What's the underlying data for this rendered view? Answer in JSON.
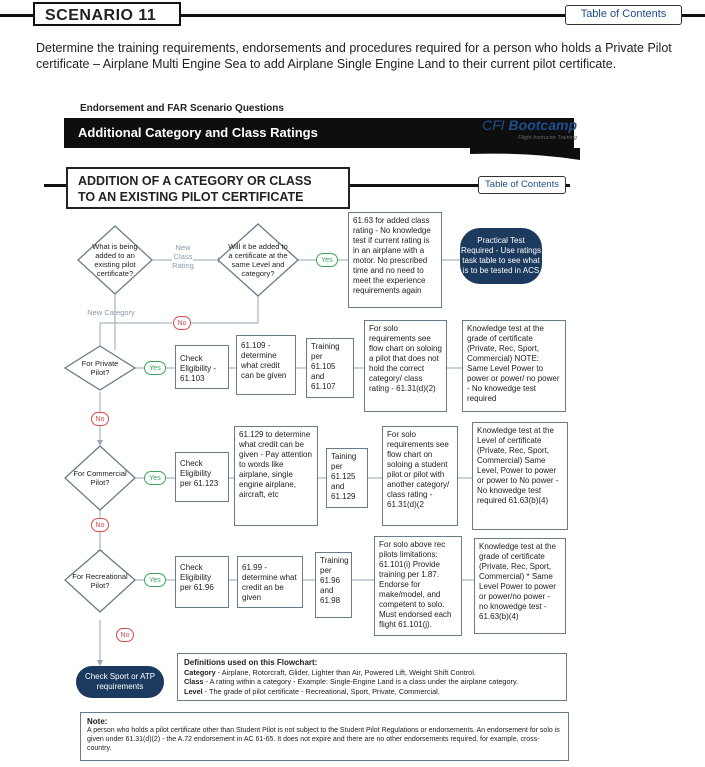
{
  "header": {
    "scenario_label": "SCENARIO 11",
    "toc_label": "Table of Contents"
  },
  "intro": "Determine the training requirements, endorsements and procedures required for a person who holds a Private Pilot certificate – Airplane Multi Engine Sea to add Airplane Single Engine Land to their current pilot certificate.",
  "banner": {
    "subtitle": "Endorsement and FAR Scenario Questions",
    "title": "Additional Category and Class Ratings",
    "brand_cfi": "CFI",
    "brand_bootcamp": "Bootcamp",
    "brand_tagline": "Flight Instructor Training"
  },
  "section": {
    "title_line1": "ADDITION OF A CATEGORY OR CLASS",
    "title_line2": "TO AN EXISTING PILOT CERTIFICATE",
    "toc_label": "Table of Contents"
  },
  "flow": {
    "q_what": "What is being added to an existing pilot certificate?",
    "lbl_new_class": "New Class Rating",
    "q_same_level": "Will it be added to a certificate at the same Level and category?",
    "yes": "Yes",
    "no": "No",
    "class_info": "61.63 for added class rating - No knowledge test if current rating is in an airplane with a motor. No prescribed time and no need to meet the experience requirements again",
    "practical_test": "Practical Test Required - Use ratings task table to see what is to be tested in ACS",
    "lbl_new_category": "New Category",
    "private": {
      "question": "For Private Pilot?",
      "eligibility": "Check Eligibility - 61.103",
      "credit": "61.109 - determine what credit can be given",
      "training": "Training per 61.105 and 61.107",
      "solo": "For solo requirements see flow chart on soloing a pilot that does not hold the correct category/ class rating - 61.31(d)(2)",
      "knowledge": "Knowledge test at the grade of certificate (Private, Rec, Sport, Commercial) NOTE: Same Level Power to power or power/ no power - No knowedge test required"
    },
    "commercial": {
      "question": "For Commercial Pilot?",
      "eligibility": "Check Eligibility per 61.123",
      "credit": "61.129 to determine what credit can be given - Pay attention to words like airplane, single engine airplane, aircraft, etc",
      "training": "Taining per 61.125 and 61.129",
      "solo": "For solo requirements see flow chart on soloing a student pilot or pilot with another category/ class rating - 61.31(d)(2",
      "knowledge": "Knowledge test at the Level of certificate (Private, Rec, Sport, Commercial) Same Level, Power to power or power to No power - No knowedge test required 61.63(b)(4)"
    },
    "recreational": {
      "question": "For Recreational Pilot?",
      "eligibility": "Check Eligibility per 61.96",
      "credit": "61.99 - determine what credit an be given",
      "training": "Training per 61.96 and 61.98",
      "solo": "For solo above rec pilots limitations: 61.101(i) Provide training per 1.87. Endorse for make/model, and competent to solo. Must endorsed each flight 61.101(j).",
      "knowledge": "Knowledge test at the grade of certificate (Private, Rec, Sport, Commercial) * Same Level Power to power or power/no power - no knowedge test - 61.63(b)(4)"
    },
    "sport_atp": "Check Sport or ATP requirements"
  },
  "definitions": {
    "title": "Definitions used on this Flowchart:",
    "category_term": "Category",
    "category_text": " - Airplane, Rotorcraft, Glider, Lighter than Air, Powered Lift, Weight Shift Control.",
    "class_term": "Class",
    "class_text": " - A rating within a category - Example: Single-Engine Land is a class under the airplane category.",
    "level_term": "Level",
    "level_text": " - The grade of pilot certificate - Recreational, Sport, Private, Commercial."
  },
  "note": {
    "title": "Note:",
    "text": "A person who holds a pilot certificate other than Student Pilot is not subject to the Student Pilot Regulations or endorsements. An endorsement for solo is given under 61.31(d)(2) - the A.72 endorsement in AC 61-65. It does not expire and there are no other endorsements required, for example, cross-country."
  },
  "colors": {
    "accent_dark": "#1c3a5e",
    "yes_green": "#3aa55b",
    "no_red": "#d94b4b",
    "link_blue": "#1e4f8c"
  }
}
